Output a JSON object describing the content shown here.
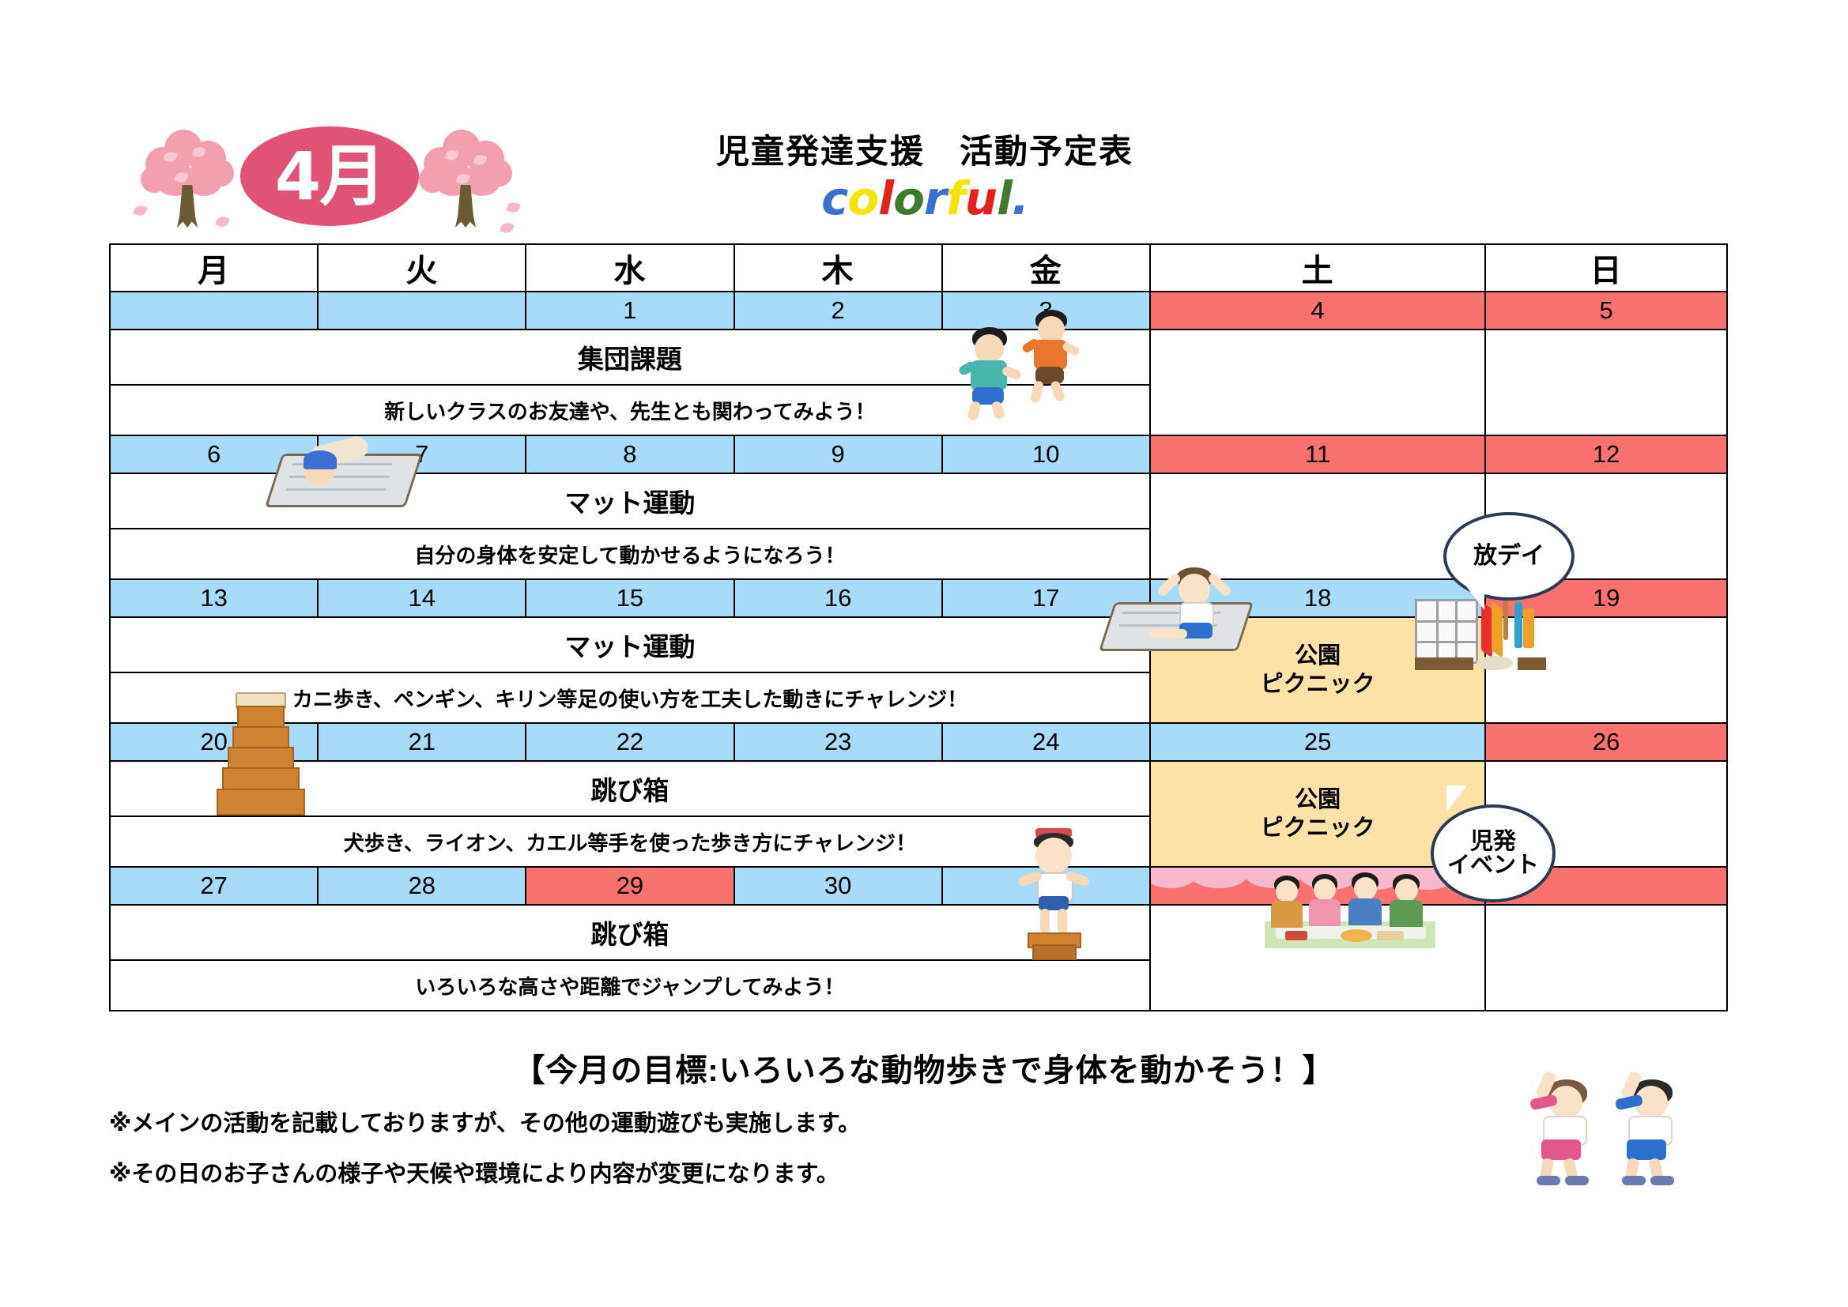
{
  "header": {
    "month_label": "4月",
    "title": "児童発達支援　活動予定表",
    "logo": [
      {
        "char": "c",
        "color": "#3b6fd4"
      },
      {
        "char": "o",
        "color": "#f5e400"
      },
      {
        "char": "l",
        "color": "#e8201c"
      },
      {
        "char": "o",
        "color": "#3e7a2e"
      },
      {
        "char": "r",
        "color": "#3b6fd4"
      },
      {
        "char": "f",
        "color": "#f5e400"
      },
      {
        "char": "u",
        "color": "#e8201c"
      },
      {
        "char": "l",
        "color": "#3e7a2e"
      },
      {
        "char": ".",
        "color": "#3b6fd4"
      }
    ]
  },
  "calendar": {
    "day_headers": [
      "月",
      "火",
      "水",
      "木",
      "金",
      "土",
      "日"
    ],
    "colors": {
      "weekday": "#a8dbf7",
      "weekend": "#f9726f",
      "event": "#fce3a5"
    },
    "weeks": [
      {
        "dates": [
          "",
          "",
          "1",
          "2",
          "3",
          "4",
          "5"
        ],
        "activity_title": "集団課題",
        "activity_desc": "新しいクラスのお友達や、先生とも関わってみよう！",
        "saturday_event": "",
        "sunday_event": ""
      },
      {
        "dates": [
          "6",
          "7",
          "8",
          "9",
          "10",
          "11",
          "12"
        ],
        "activity_title": "マット運動",
        "activity_desc": "自分の身体を安定して動かせるようになろう！",
        "saturday_event": "",
        "sunday_event": ""
      },
      {
        "dates": [
          "13",
          "14",
          "15",
          "16",
          "17",
          "18",
          "19"
        ],
        "activity_title": "マット運動",
        "activity_desc": "カニ歩き、ペンギン、キリン等足の使い方を工夫した動きにチャレンジ！",
        "saturday_event": "公園\nピクニック",
        "sunday_event": ""
      },
      {
        "dates": [
          "20",
          "21",
          "22",
          "23",
          "24",
          "25",
          "26"
        ],
        "activity_title": "跳び箱",
        "activity_desc": "犬歩き、ライオン、カエル等手を使った歩き方にチャレンジ！",
        "saturday_event": "公園\nピクニック",
        "sunday_event": ""
      },
      {
        "dates": [
          "27",
          "28",
          "29",
          "30",
          "",
          "",
          ""
        ],
        "activity_title": "跳び箱",
        "activity_desc": "いろいろな高さや距離でジャンプしてみよう！",
        "saturday_event": "",
        "sunday_event": ""
      }
    ],
    "date_types": [
      [
        "blank",
        "blank",
        "weekday",
        "weekday",
        "weekday",
        "weekend",
        "weekend"
      ],
      [
        "weekday",
        "weekday",
        "weekday",
        "weekday",
        "weekday",
        "weekend",
        "weekend"
      ],
      [
        "weekday",
        "weekday",
        "weekday",
        "weekday",
        "weekday",
        "weekday",
        "weekend"
      ],
      [
        "weekday",
        "weekday",
        "weekday",
        "weekday",
        "weekday",
        "weekday",
        "weekend"
      ],
      [
        "weekday",
        "weekday",
        "weekend",
        "weekday",
        "weekday",
        "weekend",
        "weekend"
      ]
    ]
  },
  "bubbles": {
    "houday": "放デイ",
    "jihatsu": "児発\nイベント"
  },
  "footer": {
    "goal": "【今月の目標:いろいろな動物歩きで身体を動かそう！】",
    "note1": "※メインの活動を記載しておりますが、その他の運動遊びも実施します。",
    "note2": "※その日のお子さんの様子や天候や環境により内容が変更になります。"
  }
}
